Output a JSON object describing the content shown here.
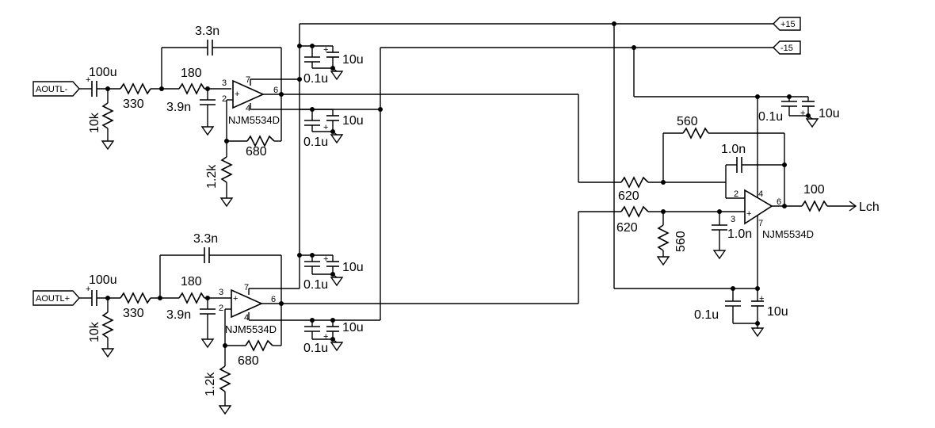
{
  "schematic": {
    "ports": {
      "inp_top": "AOUTL-",
      "inp_bot": "AOUTL+",
      "vpos": "+15",
      "vneg": "-15",
      "out": "Lch"
    },
    "stage_top": {
      "c_in": "100u",
      "r_series": "330",
      "r_shunt": "10k",
      "c_fb": "3.3n",
      "r_in": "180",
      "c_sh": "3.9n",
      "opamp": "NJM5534D",
      "r_fb": "680",
      "r_gnd": "1.2k",
      "pin3": "3",
      "pin2": "2",
      "pin7": "7",
      "pin4": "4",
      "pin6": "6"
    },
    "stage_bot": {
      "c_in": "100u",
      "r_series": "330",
      "r_shunt": "10k",
      "c_fb": "3.3n",
      "r_in": "180",
      "c_sh": "3.9n",
      "opamp": "NJM5534D",
      "r_fb": "680",
      "r_gnd": "1.2k",
      "pin3": "3",
      "pin2": "2",
      "pin7": "7",
      "pin4": "4",
      "pin6": "6"
    },
    "decoupling": {
      "top_pos_c1": "0.1u",
      "top_pos_c2": "10u",
      "top_neg_c1": "0.1u",
      "top_neg_c2": "10u",
      "bot_pos_c1": "0.1u",
      "bot_pos_c2": "10u",
      "bot_neg_c1": "0.1u",
      "bot_neg_c2": "10u",
      "out_pos_c1": "0.1u",
      "out_pos_c2": "10u",
      "out_neg_c1": "0.1u",
      "out_neg_c2": "10u"
    },
    "stage_out": {
      "r_fb": "560",
      "c_fb": "1.0n",
      "r_inv": "620",
      "r_noninv": "620",
      "r_gnd": "560",
      "c_gnd": "1.0n",
      "opamp": "NJM5534D",
      "r_out": "100",
      "pin2": "2",
      "pin3": "3",
      "pin4": "4",
      "pin6": "6",
      "pin7": "7"
    },
    "plus": "+"
  }
}
